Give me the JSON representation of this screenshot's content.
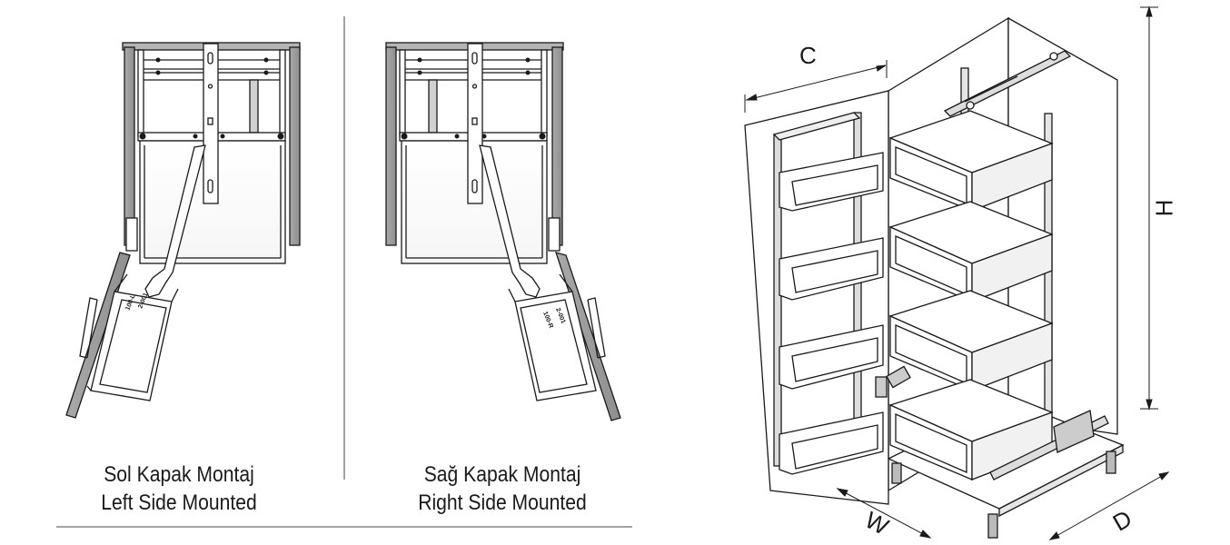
{
  "captions": {
    "left": {
      "tr": "Sol Kapak Montaj",
      "en": "Left Side Mounted"
    },
    "right": {
      "tr": "Sağ Kapak Montaj",
      "en": "Right Side Mounted"
    }
  },
  "dimensions": {
    "c": "C",
    "h": "H",
    "w": "W",
    "d": "D"
  },
  "left_view": {
    "arm_label_1": "100-L",
    "arm_label_2": "2-001"
  },
  "right_view": {
    "arm_label_1": "100-R",
    "arm_label_2": "2-001"
  }
}
